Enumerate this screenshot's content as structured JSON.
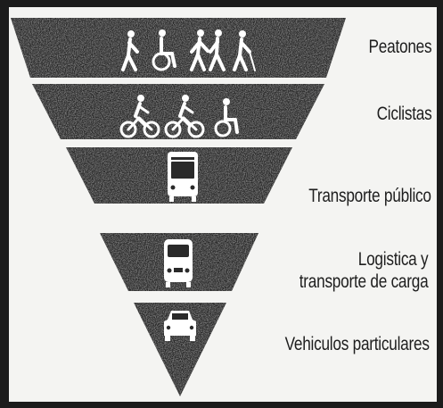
{
  "tiers": [
    {
      "id": "pedestrians",
      "label_lines": [
        "Peatones"
      ],
      "icons": [
        "pedestrian-icon",
        "wheelchair-user-icon",
        "pedestrian-icon",
        "pedestrian-icon",
        "cane-user-icon"
      ]
    },
    {
      "id": "cyclists",
      "label_lines": [
        "Ciclistas"
      ],
      "icons": [
        "cyclist-icon",
        "cyclist-icon",
        "wheelchair-user-icon"
      ]
    },
    {
      "id": "public-transport",
      "label_lines": [
        "Transporte público"
      ],
      "icons": [
        "bus-icon"
      ]
    },
    {
      "id": "logistics",
      "label_lines": [
        "Logistica y",
        "transporte de carga"
      ],
      "icons": [
        "truck-icon"
      ]
    },
    {
      "id": "private-vehicles",
      "label_lines": [
        "Vehiculos particulares"
      ],
      "icons": [
        "car-icon"
      ]
    }
  ],
  "colors": {
    "tier_fill": "#2a2a2a",
    "icon": "#ffffff",
    "panel": "#f4f4f2",
    "frame": "#1c1c1c",
    "text": "#1e1e1e"
  }
}
